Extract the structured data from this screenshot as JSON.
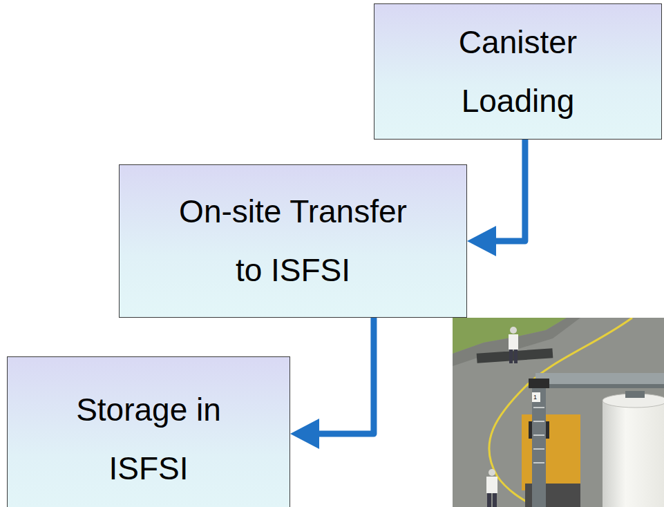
{
  "diagram": {
    "nodes": [
      {
        "text": [
          "Canister Loading"
        ]
      },
      {
        "text": [
          "On-site Transfer to ISFSI"
        ]
      },
      {
        "text": [
          "Storage in ISFSI"
        ]
      }
    ],
    "edges": [
      {
        "from": 0,
        "to": 1,
        "arrow": "to"
      },
      {
        "from": 1,
        "to": 2,
        "arrow": "to"
      }
    ],
    "labels": [
      "1"
    ]
  }
}
